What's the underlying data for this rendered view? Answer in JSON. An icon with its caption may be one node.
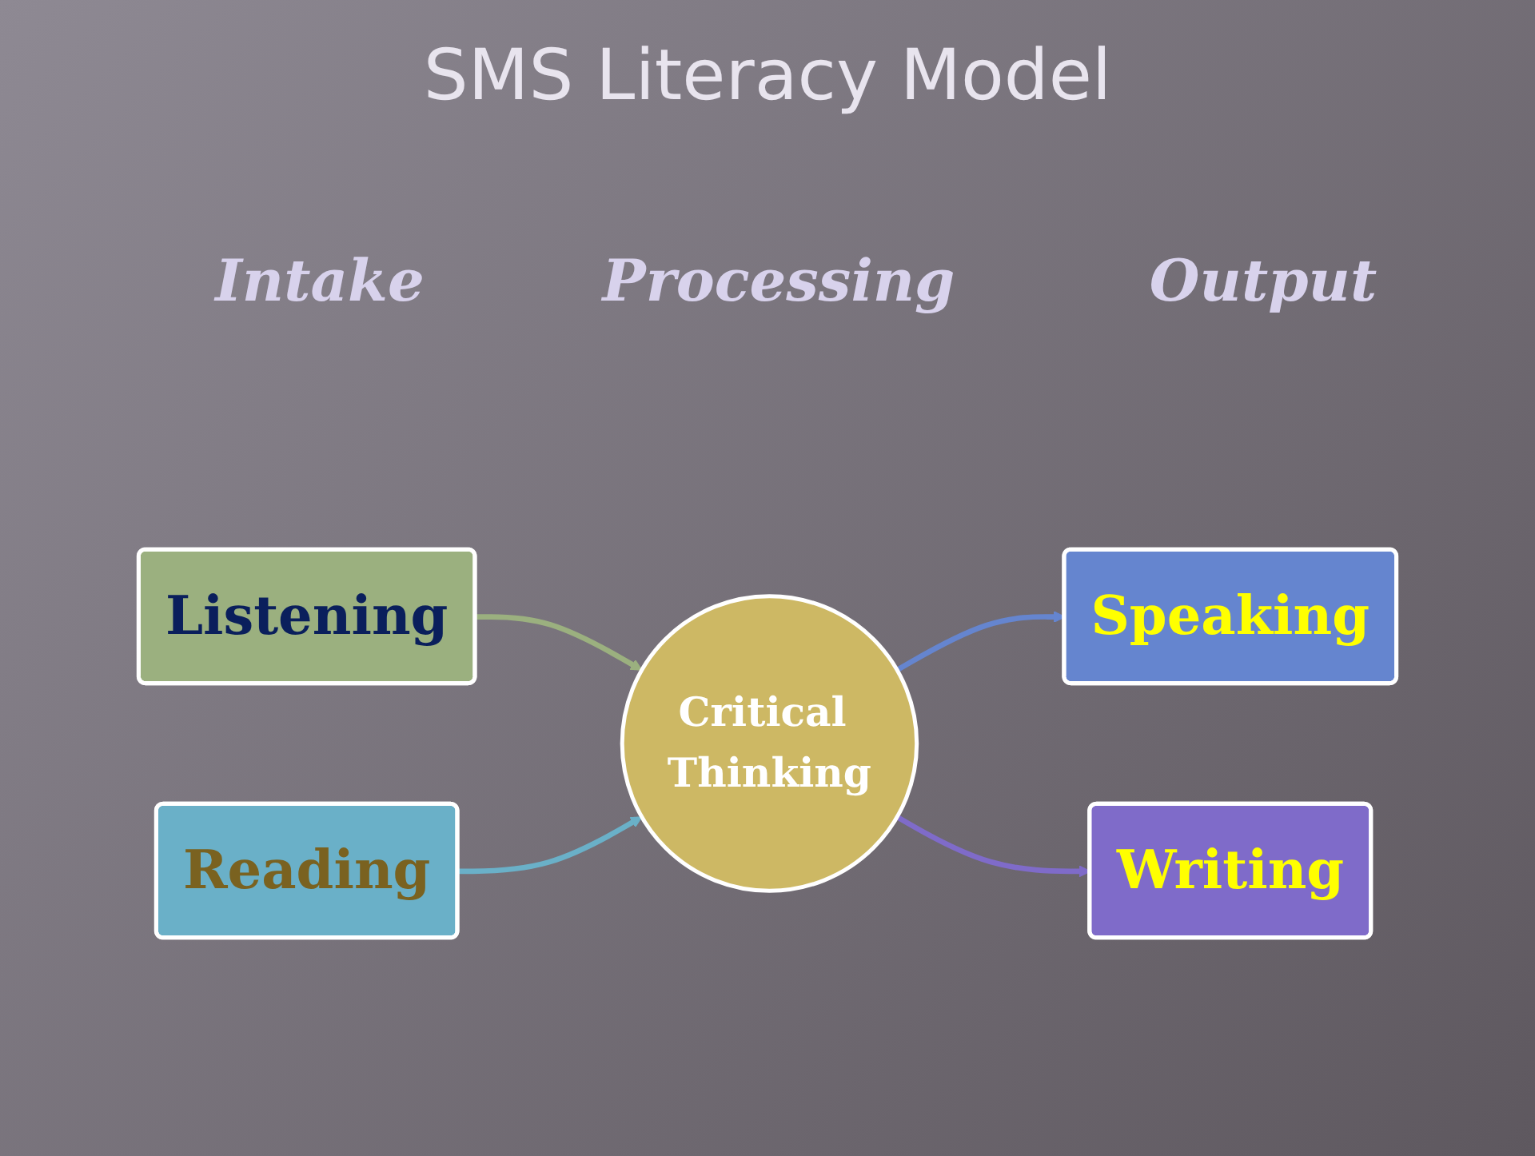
{
  "diagram": {
    "title": "SMS Literacy Model",
    "nodes": [
      {
        "text": [
          "Listening"
        ]
      },
      {
        "text": [
          "Reading"
        ]
      },
      {
        "text": [
          "Critical Thinking"
        ]
      },
      {
        "text": [
          "Speaking"
        ]
      },
      {
        "text": [
          "Writing"
        ]
      }
    ],
    "edges": [
      {
        "from": 0,
        "to": 2,
        "arrow": "to",
        "color": "#9bb07f"
      },
      {
        "from": 1,
        "to": 2,
        "arrow": "to",
        "color": "#6ab0c8"
      },
      {
        "from": 2,
        "to": 3,
        "arrow": "to",
        "color": "#6585cf"
      },
      {
        "from": 2,
        "to": 4,
        "arrow": "to",
        "color": "#7f6bc9"
      }
    ],
    "labels": [
      "Intake",
      "Processing",
      "Output"
    ]
  }
}
